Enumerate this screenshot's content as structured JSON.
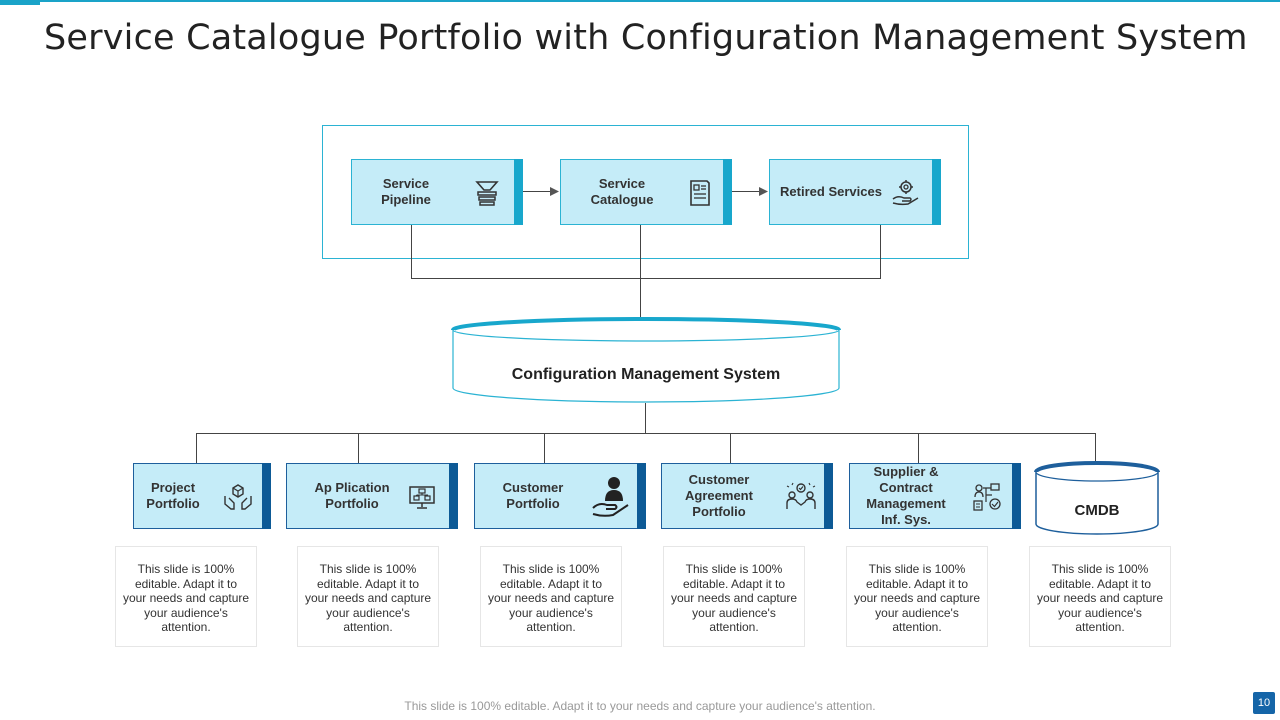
{
  "title": "Service Catalogue Portfolio with Configuration Management System",
  "top_boxes": [
    {
      "label": "Service Pipeline",
      "icon": "funnel-icon"
    },
    {
      "label": "Service Catalogue",
      "icon": "document-list-icon"
    },
    {
      "label": "Retired Services",
      "icon": "gear-hand-icon"
    }
  ],
  "center": {
    "label": "Configuration Management System"
  },
  "bottom_boxes": [
    {
      "label": "Project Portfolio",
      "icon": "hands-cube-icon"
    },
    {
      "label": "Ap Plication Portfolio",
      "icon": "computer-network-icon"
    },
    {
      "label": "Customer Portfolio",
      "icon": "person-hand-icon"
    },
    {
      "label": "Customer Agreement Portfolio",
      "icon": "people-handshake-icon"
    },
    {
      "label": "Supplier & Contract Management Inf. Sys.",
      "icon": "supplier-network-icon"
    }
  ],
  "cmdb": {
    "label": "CMDB"
  },
  "descriptions": [
    "This slide is 100% editable. Adapt it to your needs and capture your audience's attention.",
    "This slide is 100% editable. Adapt it to your needs and capture your audience's attention.",
    "This slide is 100% editable. Adapt it to your needs and capture your audience's attention.",
    "This slide is 100% editable. Adapt it to your needs and capture your audience's attention.",
    "This slide is 100% editable. Adapt it to your needs and capture your audience's attention.",
    "This slide is 100% editable. Adapt it to your needs and capture your audience's attention."
  ],
  "footer": "This slide is 100% editable. Adapt it to your needs and capture your audience's attention.",
  "page_number": "10",
  "colors": {
    "accent": "#1aa3c8",
    "box_fill": "#c5ecf8",
    "dark_accent": "#0d5a96"
  }
}
